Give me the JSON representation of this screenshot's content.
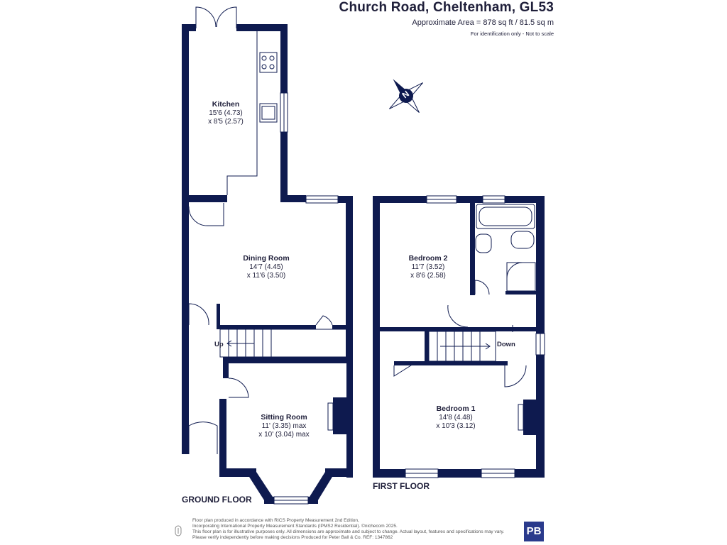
{
  "header": {
    "title": "Church Road, Cheltenham, GL53",
    "area": "Approximate Area = 878 sq ft / 81.5 sq m",
    "note": "For identification only - Not to scale"
  },
  "compass": {
    "letter": "N"
  },
  "ground_floor": {
    "label": "GROUND FLOOR",
    "kitchen": {
      "name": "Kitchen",
      "dim1": "15'6 (4.73)",
      "dim2": "x 8'5 (2.57)"
    },
    "dining": {
      "name": "Dining Room",
      "dim1": "14'7 (4.45)",
      "dim2": "x 11'6 (3.50)"
    },
    "sitting": {
      "name": "Sitting Room",
      "dim1": "11' (3.35) max",
      "dim2": "x 10' (3.04) max"
    },
    "stairs_label": "Up"
  },
  "first_floor": {
    "label": "FIRST FLOOR",
    "bedroom2": {
      "name": "Bedroom 2",
      "dim1": "11'7 (3.52)",
      "dim2": "x 8'6 (2.58)"
    },
    "bedroom1": {
      "name": "Bedroom 1",
      "dim1": "14'8 (4.48)",
      "dim2": "x 10'3 (3.12)"
    },
    "stairs_label": "Down"
  },
  "footer": {
    "line1": "Floor plan produced in accordance with RICS Property Measurement 2nd Edition,",
    "line2": "Incorporating International Property Measurement Standards (IPMS2 Residential). ©nichecom 2025.",
    "line3": "This floor plan is for illustrative purposes only. All dimensions are approximate and subject to change. Actual layout, features and specifications may vary.",
    "line4": "Please verify independently before making decisions Produced for Peter Ball & Co.   REF:  1347862"
  },
  "logo": {
    "text": "PB"
  },
  "colors": {
    "wall": "#0e1a4f",
    "text": "#1f1f3a",
    "logo_bg": "#2a3a8c"
  }
}
